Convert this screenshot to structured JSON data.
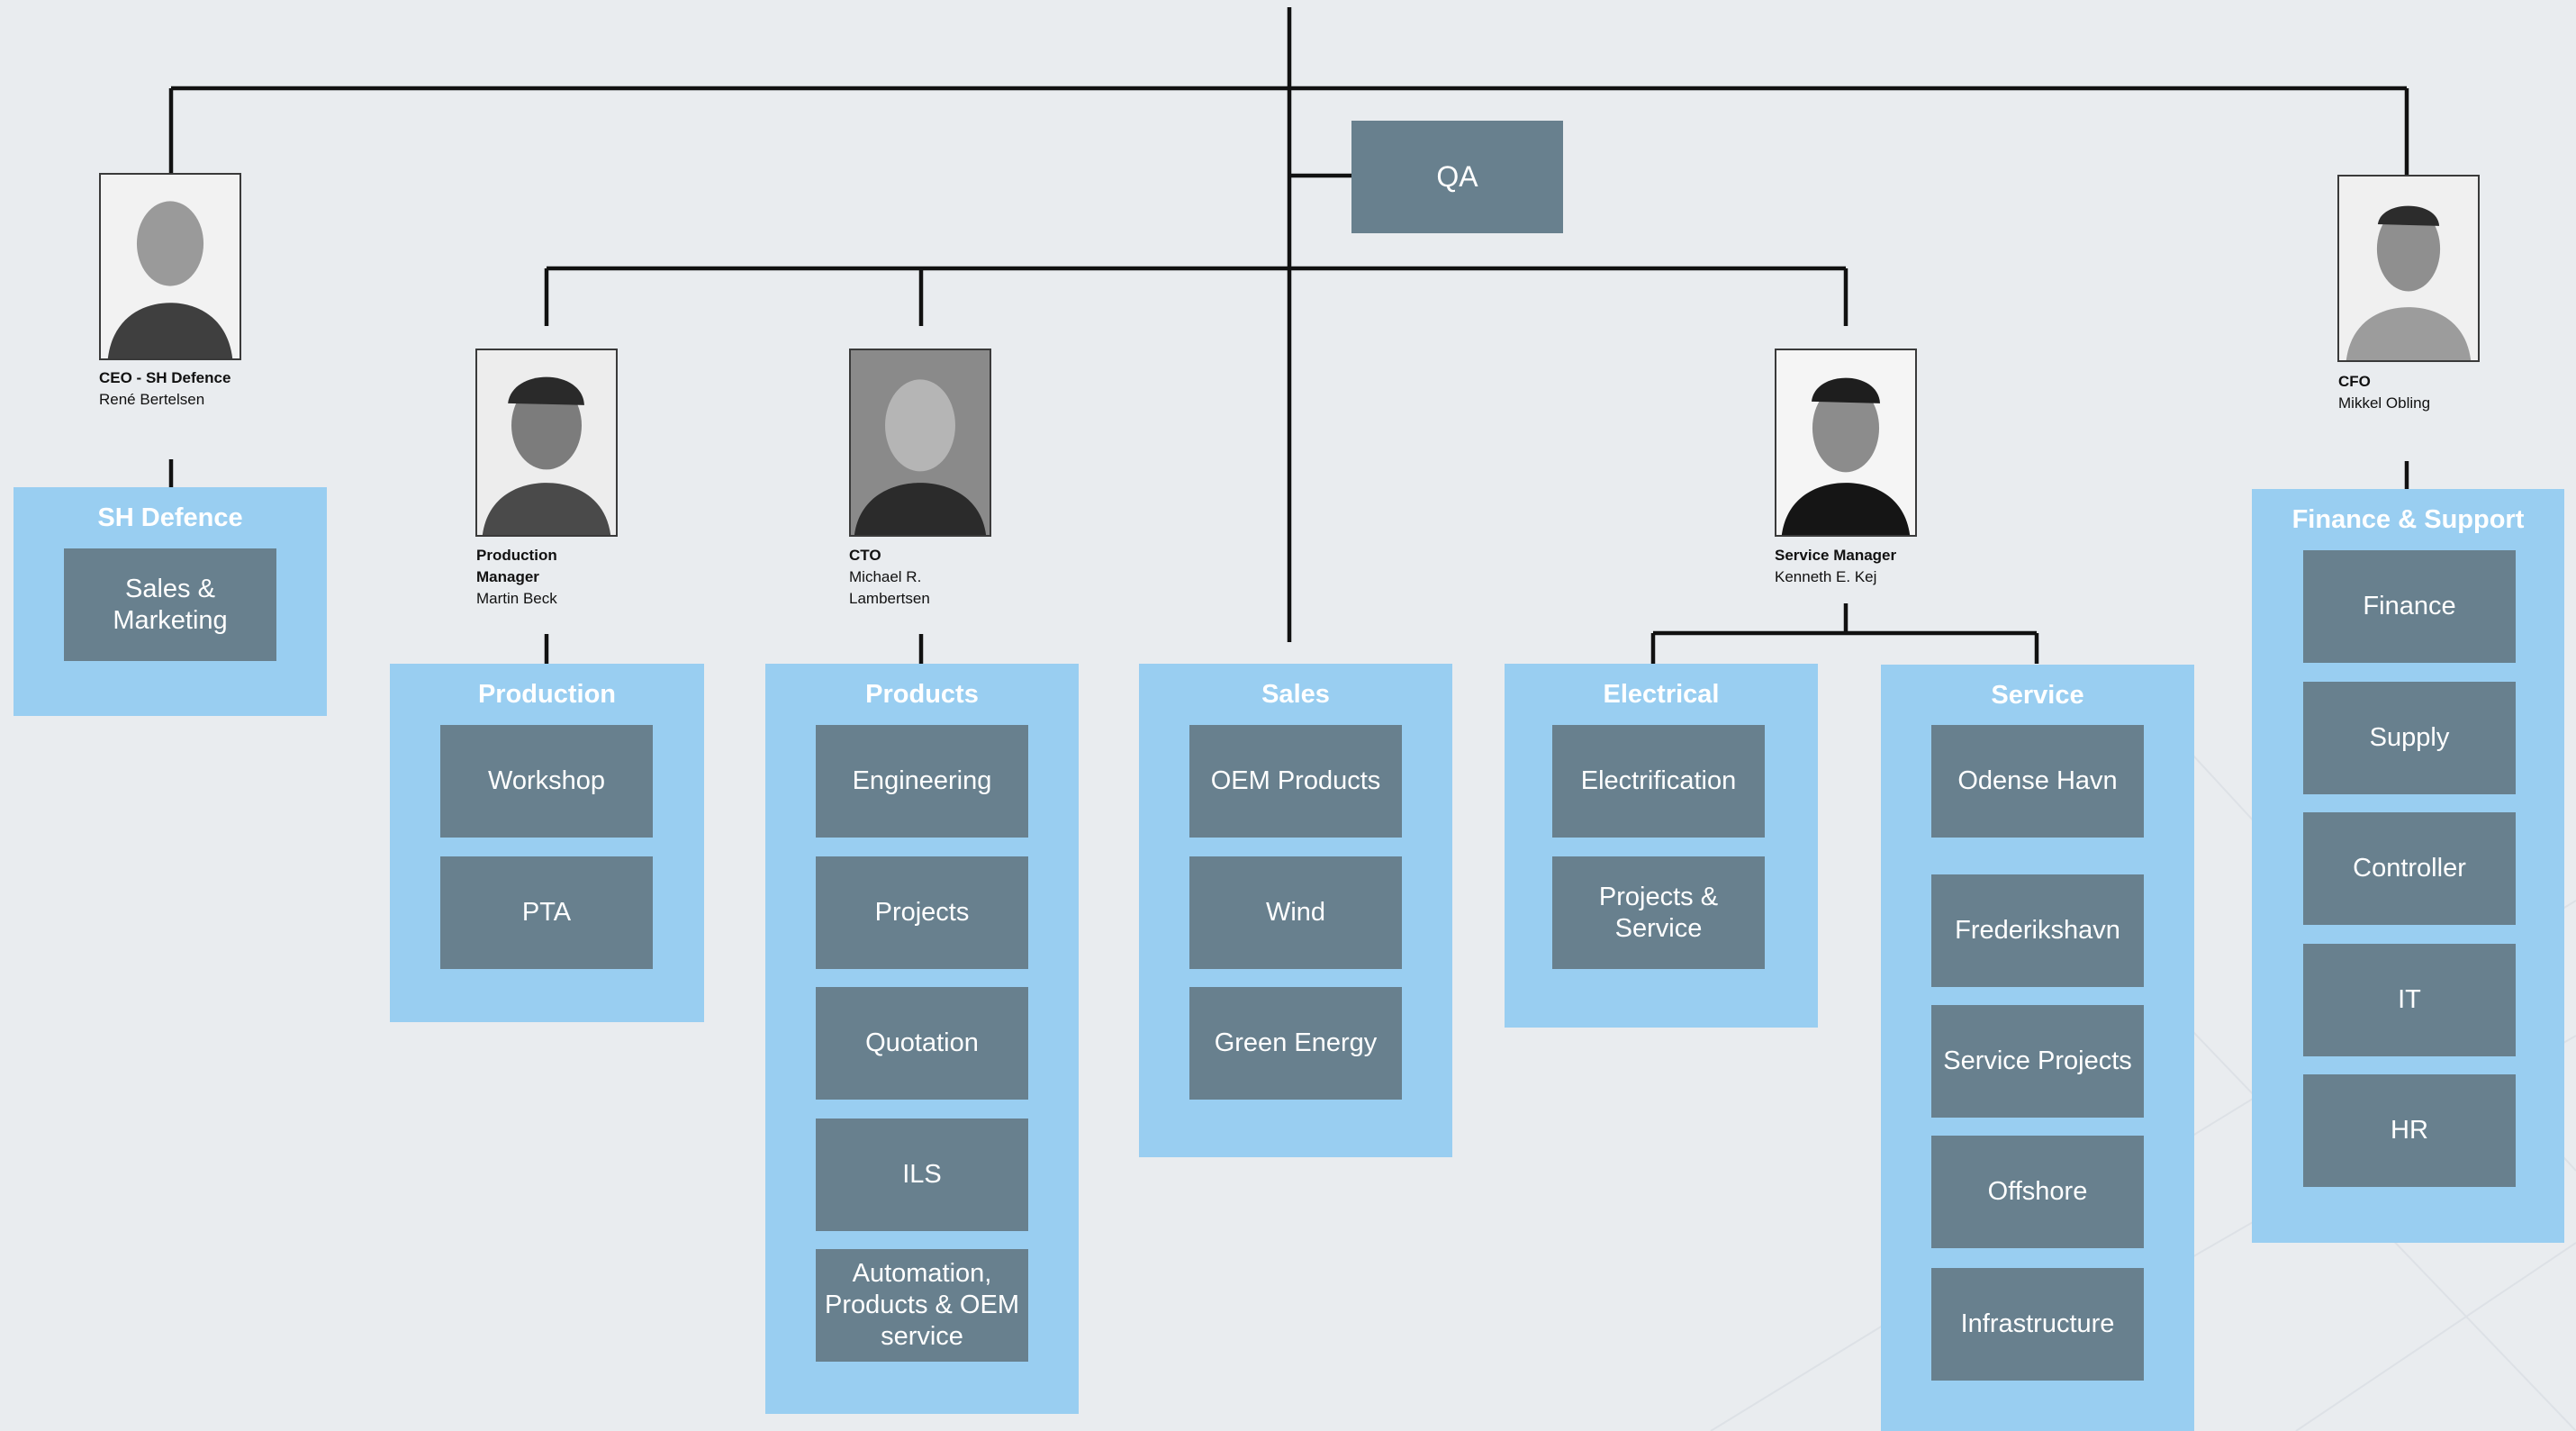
{
  "qa": "QA",
  "people": {
    "ceo": {
      "role": "CEO - SH Defence",
      "name": "René Bertelsen"
    },
    "production_manager": {
      "role": "Production Manager",
      "name": "Martin Beck"
    },
    "cto": {
      "role": "CTO",
      "name": "Michael R. Lambertsen"
    },
    "service_manager": {
      "role": "Service Manager",
      "name": "Kenneth E. Kej"
    },
    "cfo": {
      "role": "CFO",
      "name": "Mikkel Obling"
    }
  },
  "units": {
    "sh_defence": {
      "title": "SH Defence",
      "items": [
        "Sales & Marketing"
      ]
    },
    "production": {
      "title": "Production",
      "items": [
        "Workshop",
        "PTA"
      ]
    },
    "products": {
      "title": "Products",
      "items": [
        "Engineering",
        "Projects",
        "Quotation",
        "ILS",
        "Automation, Products & OEM service"
      ]
    },
    "sales": {
      "title": "Sales",
      "items": [
        "OEM Products",
        "Wind",
        "Green Energy"
      ]
    },
    "electrical": {
      "title": "Electrical",
      "items": [
        "Electrification",
        "Projects & Service"
      ]
    },
    "service": {
      "title": "Service",
      "items": [
        "Odense Havn",
        "Frederikshavn",
        "Service Projects",
        "Offshore",
        "Infrastructure"
      ]
    },
    "finance_support": {
      "title": "Finance & Support",
      "items": [
        "Finance",
        "Supply",
        "Controller",
        "IT",
        "HR"
      ]
    }
  },
  "colors": {
    "background": "#e9ecef",
    "unit": "#99cef1",
    "box": "#68808e",
    "line": "#111111"
  }
}
